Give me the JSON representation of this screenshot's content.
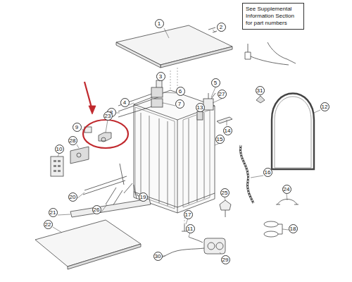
{
  "diagram": {
    "nodes": [
      {
        "text": [
          "See Supplemental Information Section for part numbers"
        ]
      }
    ],
    "labels": [
      "1",
      "2",
      "3",
      "4",
      "5",
      "6",
      "7",
      "8",
      "9",
      "10",
      "11",
      "12",
      "13",
      "14",
      "15",
      "16",
      "17",
      "18",
      "19",
      "20",
      "21",
      "22",
      "23",
      "24",
      "25",
      "26",
      "27",
      "28",
      "29",
      "30",
      "31"
    ]
  }
}
